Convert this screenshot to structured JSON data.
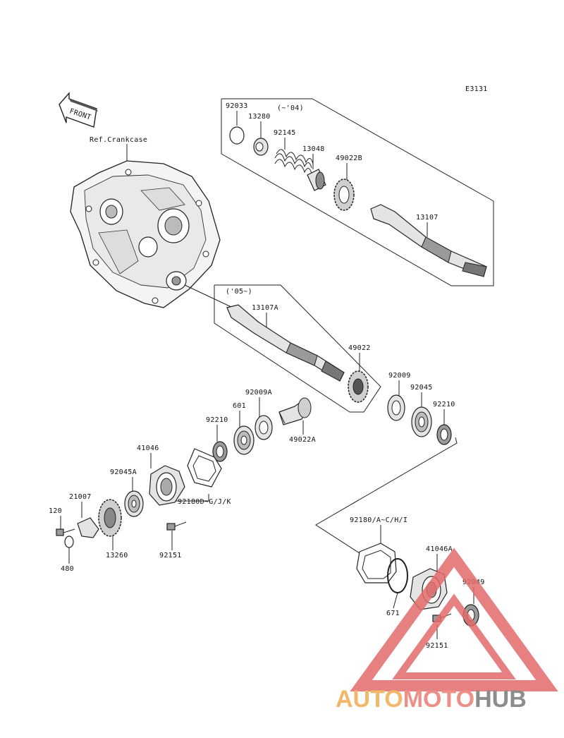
{
  "diagram_code": "E3131",
  "front_marker": "FRONT",
  "ref_label": "Ref.Crankcase",
  "groups": {
    "upper": "(~'04)",
    "middle": "('05~)"
  },
  "part_labels": {
    "p92033": "92033",
    "p13280": "13280",
    "p92145": "92145",
    "p13048": "13048",
    "p49022B": "49022B",
    "p13107": "13107",
    "p13107A": "13107A",
    "p49022": "49022",
    "p92009": "92009",
    "p92045": "92045",
    "p92210a": "92210",
    "p92009A": "92009A",
    "p601": "601",
    "p92210b": "92210",
    "p49022A": "49022A",
    "p41046": "41046",
    "p92045A": "92045A",
    "p21007": "21007",
    "p120": "120",
    "p480": "480",
    "p13260": "13260",
    "p92151a": "92151",
    "p92180DGJK": "92180D~G/J/K",
    "p92180ACHI": "92180/A~C/H/I",
    "p41046A": "41046A",
    "p92049": "92049",
    "p671": "671",
    "p92151b": "92151"
  },
  "watermark": {
    "part1": "AUTO",
    "part2": "MOTO",
    "part3": "HUB"
  }
}
